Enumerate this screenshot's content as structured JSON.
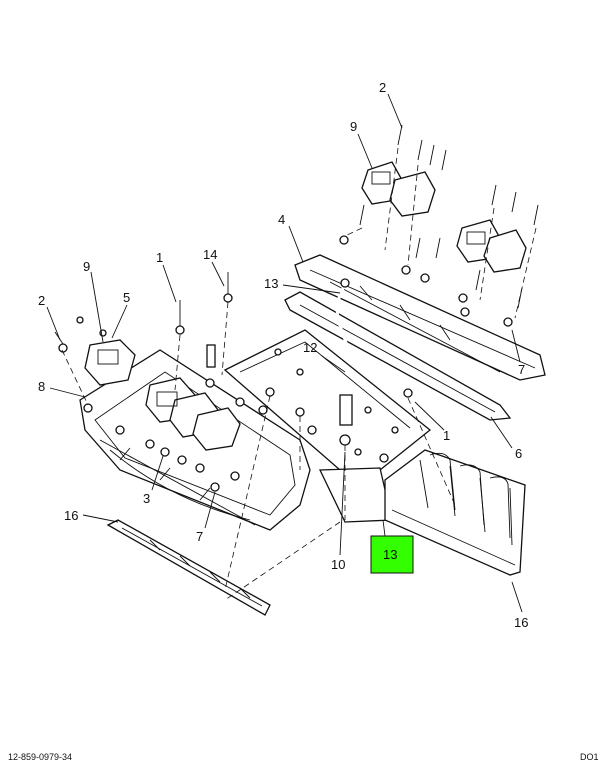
{
  "callouts": {
    "c2_top": "2",
    "c9_top": "9",
    "c4": "4",
    "c13_top": "13",
    "c7_right": "7",
    "c1_mid": "1",
    "c14": "14",
    "c12": "12",
    "c9_left": "9",
    "c5": "5",
    "c2_left": "2",
    "c8": "8",
    "c1_right": "1",
    "c6": "6",
    "c3": "3",
    "c7_low": "7",
    "c16_left": "16",
    "c10": "10",
    "c13_highlight": "13",
    "c16_right": "16"
  },
  "highlight": {
    "part": "13",
    "color": "#33ff00"
  },
  "footer": {
    "left": "12-859-0979-34",
    "right": "DO1"
  }
}
